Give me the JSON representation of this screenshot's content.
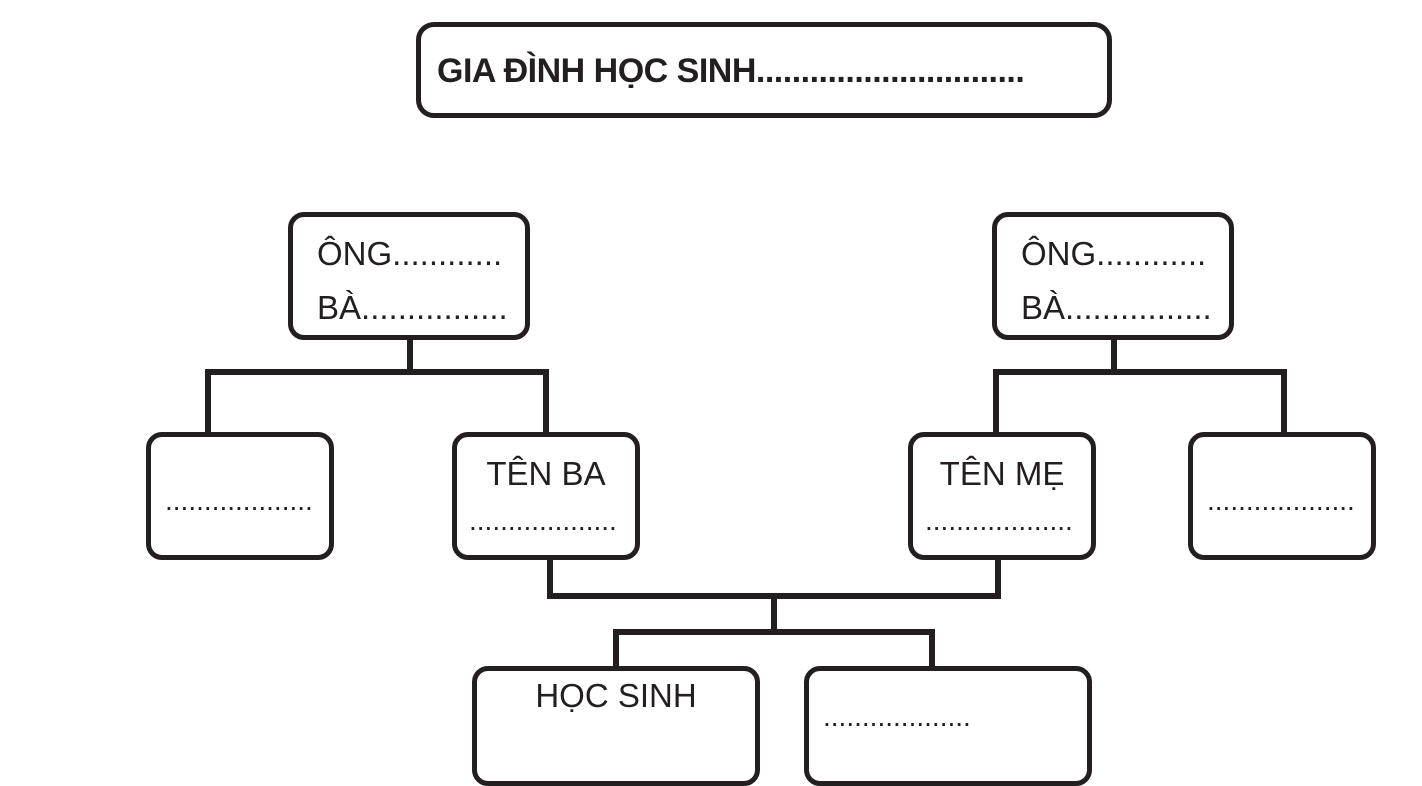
{
  "title": "GIA ĐÌNH HỌC SINH..............................",
  "paternal_grandparents": {
    "ong": "ÔNG............",
    "ba": "BÀ................"
  },
  "maternal_grandparents": {
    "ong": "ÔNG............",
    "ba": "BÀ................"
  },
  "paternal_sibling": {
    "dots": "..................."
  },
  "father": {
    "label": "TÊN BA",
    "dots": "..................."
  },
  "mother": {
    "label": "TÊN MẸ",
    "dots": "..................."
  },
  "maternal_sibling": {
    "dots": "..................."
  },
  "student": {
    "label": "HỌC SINH"
  },
  "student_sibling": {
    "dots": "..................."
  }
}
